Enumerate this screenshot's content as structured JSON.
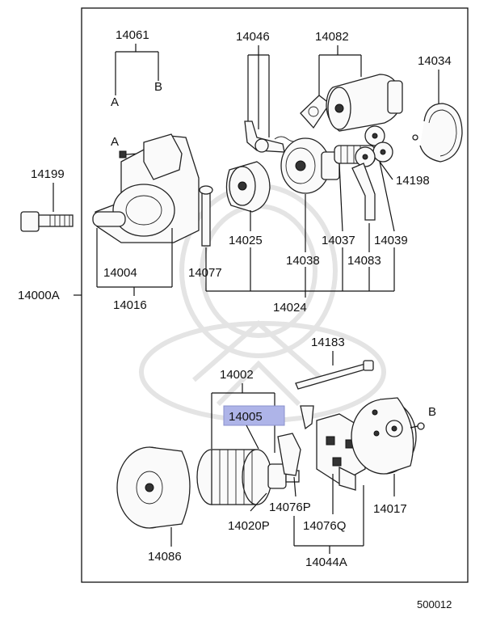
{
  "assembly": "14000A",
  "diagram_code": "500012",
  "labels": {
    "p14061": "14061",
    "pA1": "A",
    "pB1": "B",
    "p14046": "14046",
    "p14082": "14082",
    "p14034": "14034",
    "pA2": "A",
    "p14199": "14199",
    "p14198": "14198",
    "p14025": "14025",
    "p14037": "14037",
    "p14039": "14039",
    "p14038": "14038",
    "p14083": "14083",
    "p14004": "14004",
    "p14077": "14077",
    "p14016": "14016",
    "p14024": "14024",
    "p14183": "14183",
    "p14002": "14002",
    "p14005": "14005",
    "pB2": "B",
    "p14076P": "14076P",
    "p14017": "14017",
    "p14020P": "14020P",
    "p14076Q": "14076Q",
    "p14086": "14086",
    "p14044A": "14044A"
  },
  "highlight": {
    "part": "14005",
    "color": "#aeb4e8"
  }
}
